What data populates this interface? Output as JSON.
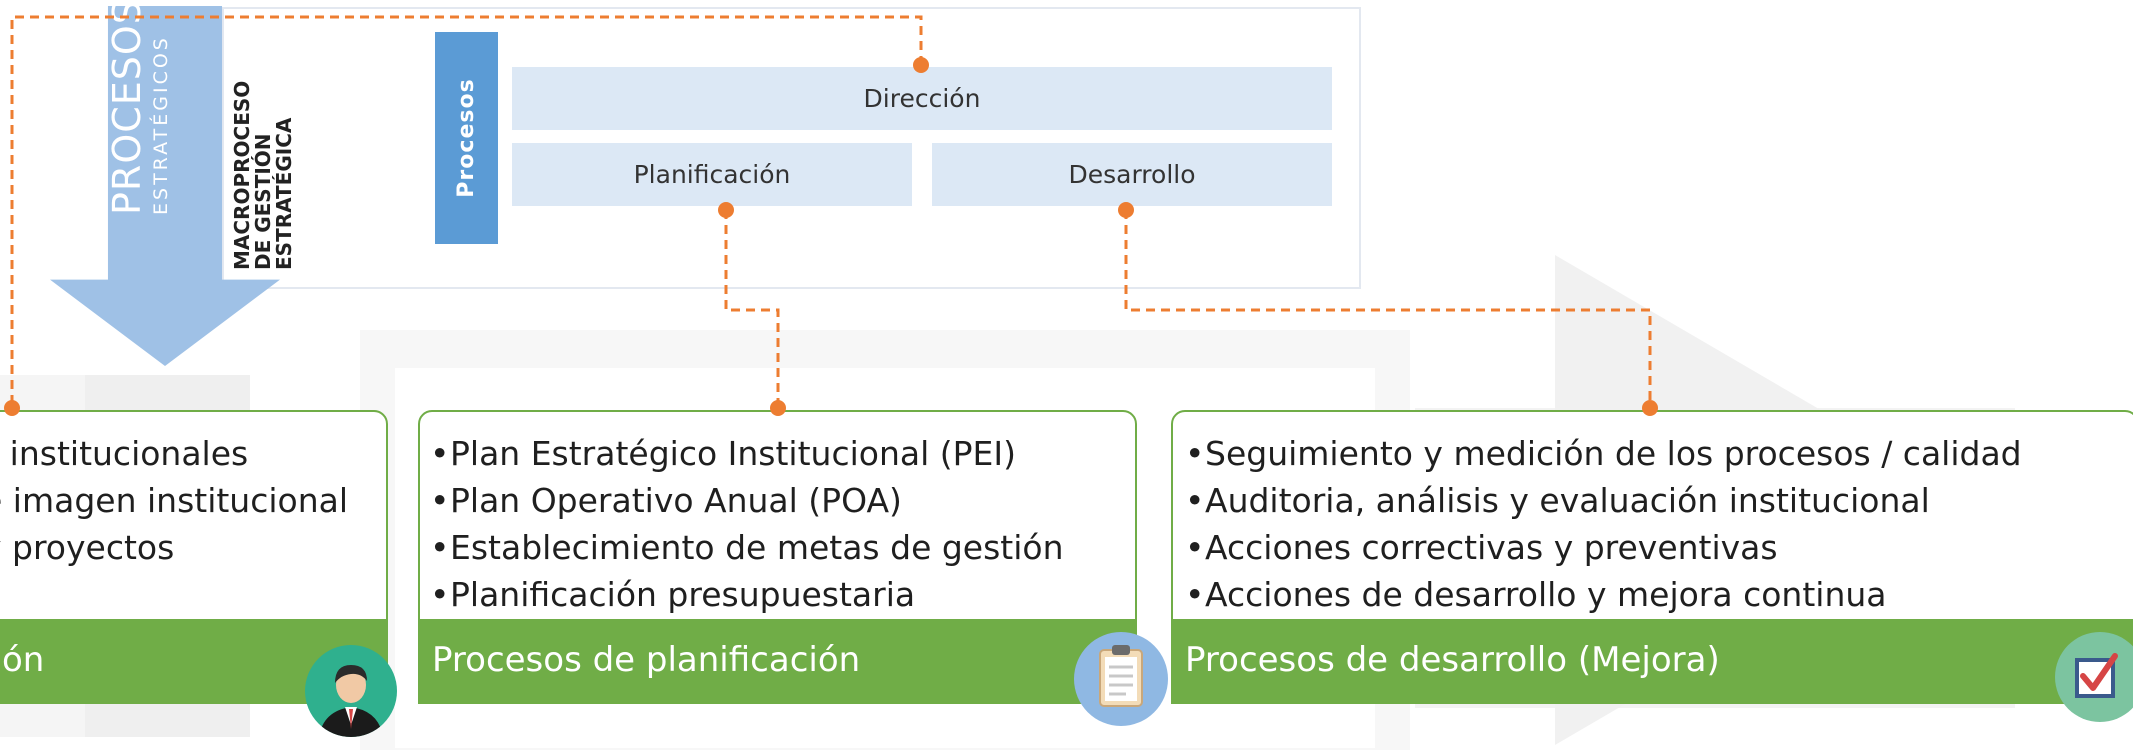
{
  "top_section": {
    "arrow_title": "PROCESOS",
    "arrow_subtitle": "ESTRATÉGICOS",
    "macro_line1": "MACROPROCESO",
    "macro_line2": "DE GESTIÓN",
    "macro_line3": "ESTRATÉGICA",
    "procesos_label": "Procesos",
    "boxes": {
      "direccion": "Dirección",
      "planificacion": "Planificación",
      "desarrollo": "Desarrollo"
    }
  },
  "cards": [
    {
      "items": [
        "s institucionales",
        "e imagen institucional",
        "y proyectos"
      ],
      "footer": "ón"
    },
    {
      "items": [
        "Plan Estratégico Institucional (PEI)",
        "Plan Operativo Anual (POA)",
        "Establecimiento de metas de gestión",
        "Planificación presupuestaria"
      ],
      "footer": "Procesos de planificación"
    },
    {
      "items": [
        "Seguimiento y medición de los procesos / calidad",
        "Auditoria, análisis y evaluación institucional",
        "Acciones correctivas y preventivas",
        "Acciones de desarrollo y mejora continua"
      ],
      "footer": "Procesos de desarrollo (Mejora)"
    }
  ],
  "icons": [
    "businessman-icon",
    "clipboard-icon",
    "checkbox-icon"
  ],
  "colors": {
    "arrow": "#9fc1e6",
    "procesos_bar": "#5b9bd5",
    "box_fill": "#dce8f5",
    "card_green": "#70ad47",
    "connector": "#ed7d31"
  }
}
